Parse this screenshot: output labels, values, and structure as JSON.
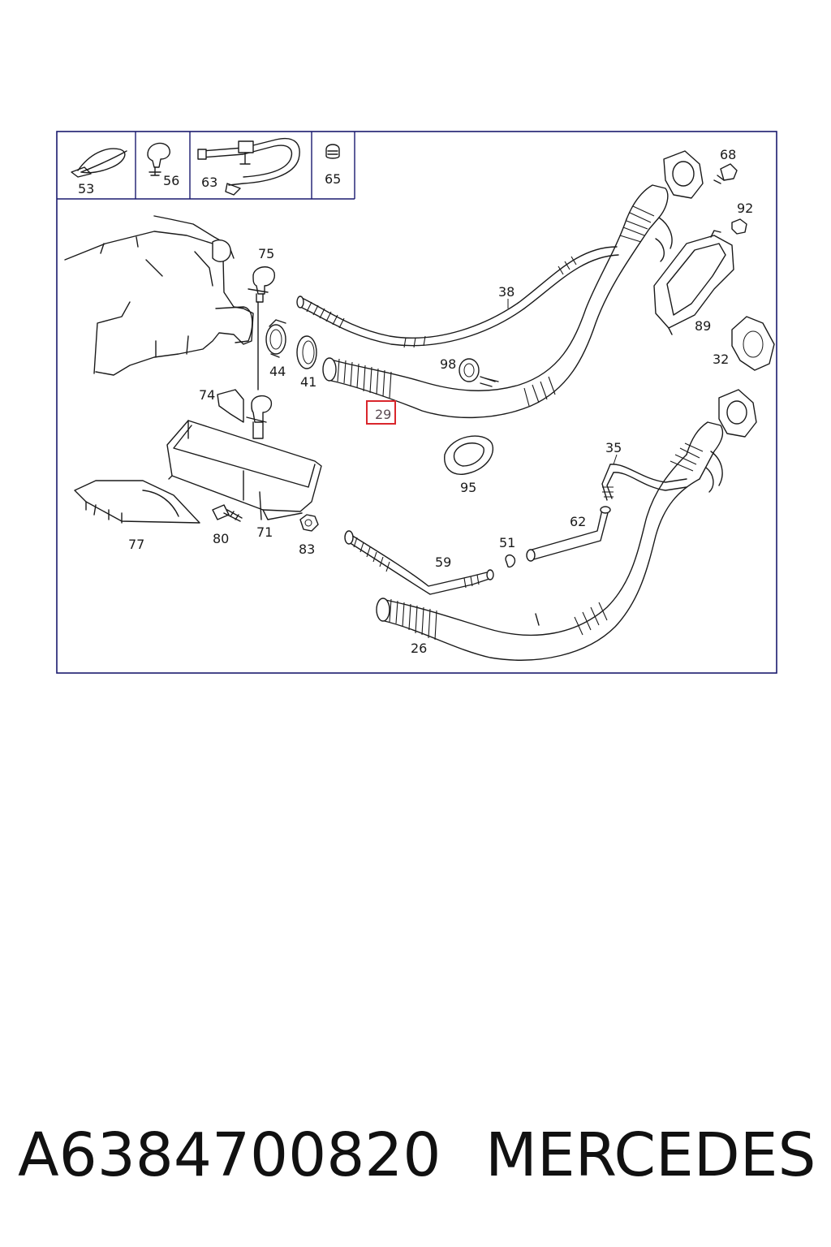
{
  "diagram": {
    "highlight_color": "#d9262c",
    "frame_color": "#1a1a6e",
    "highlighted_part": "29",
    "legend_labels": [
      "53",
      "56",
      "63",
      "65"
    ],
    "callouts": [
      "68",
      "92",
      "75",
      "38",
      "89",
      "98",
      "32",
      "44",
      "41",
      "74",
      "29",
      "35",
      "95",
      "62",
      "77",
      "80",
      "71",
      "83",
      "51",
      "59",
      "26"
    ]
  },
  "caption": {
    "part_number": "A6384700820",
    "brand": "MERCEDES"
  }
}
